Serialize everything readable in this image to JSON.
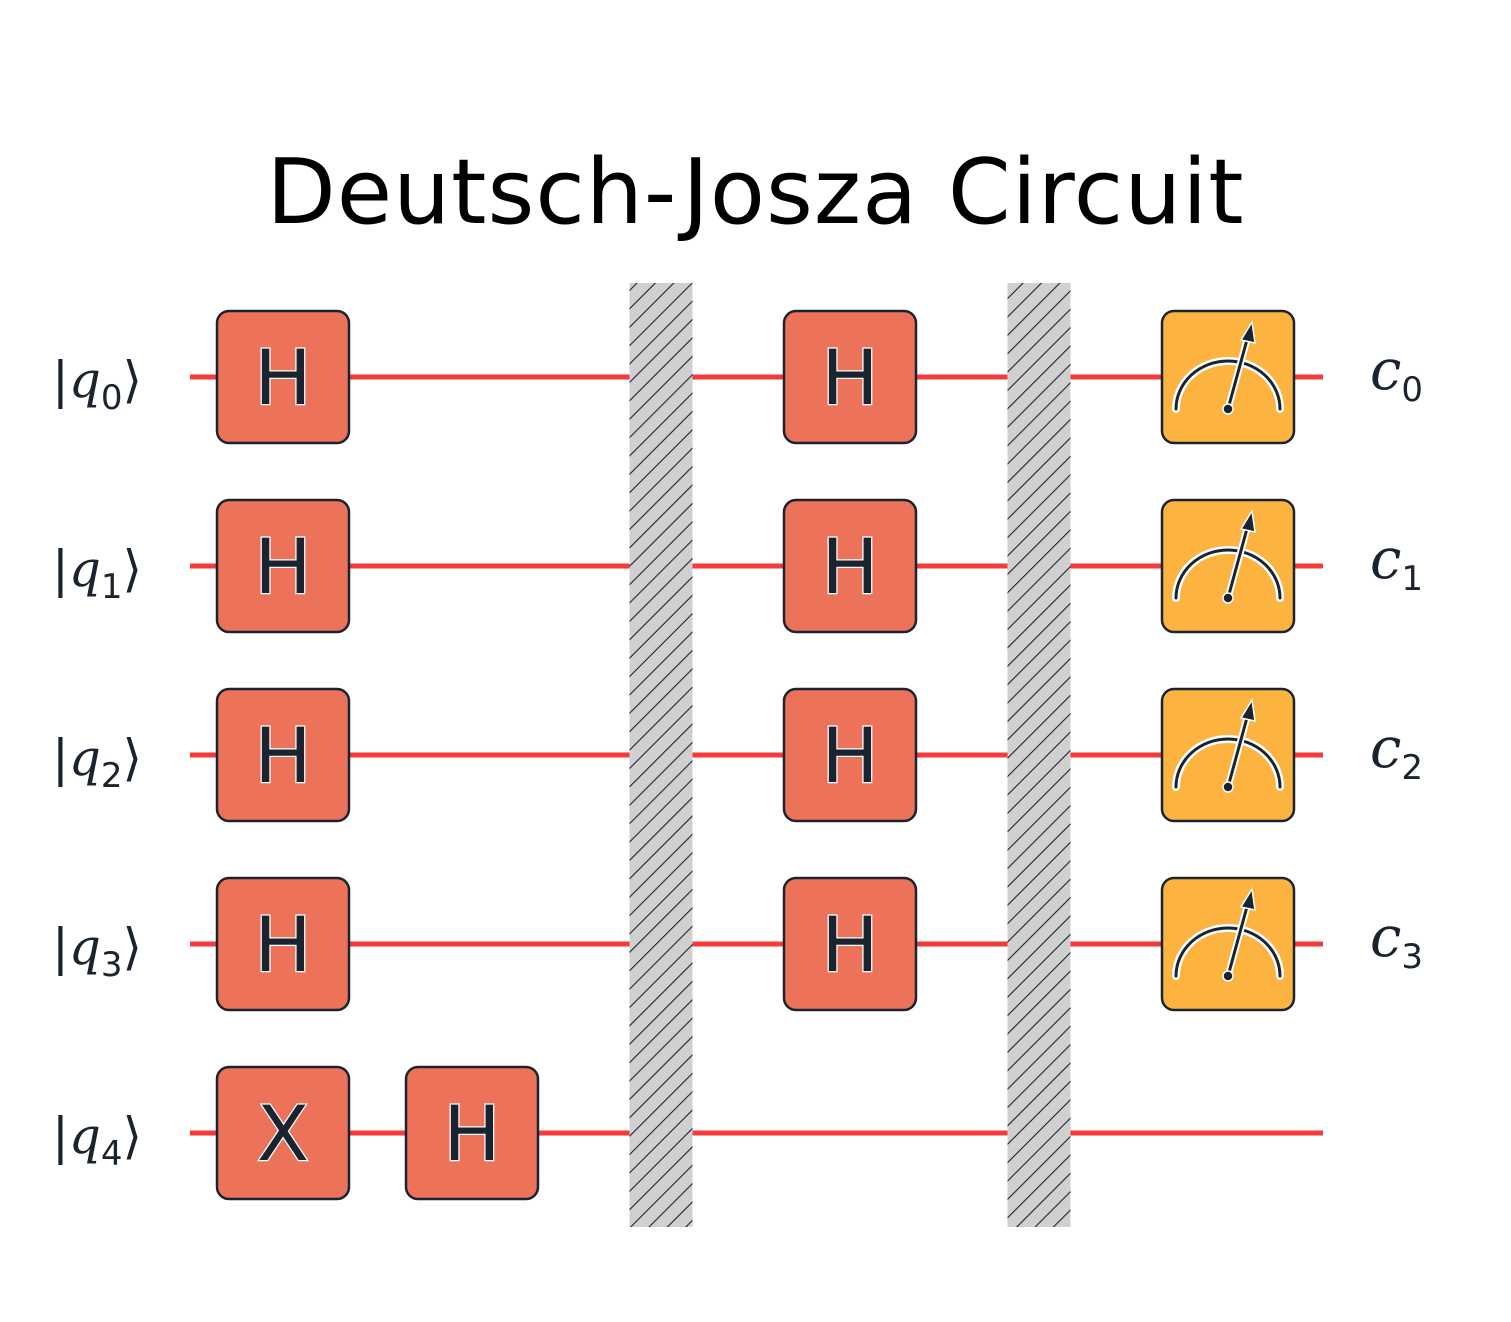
{
  "title": "Deutsch-Josza Circuit",
  "colors": {
    "wire": "#f43a3a",
    "gate_fill": "#ed725a",
    "measure_fill": "#fdb33f",
    "barrier_fill": "#d0d0d0",
    "outline": "#1a2430"
  },
  "qubits": [
    {
      "symbol": "q",
      "index": "0"
    },
    {
      "symbol": "q",
      "index": "1"
    },
    {
      "symbol": "q",
      "index": "2"
    },
    {
      "symbol": "q",
      "index": "3"
    },
    {
      "symbol": "q",
      "index": "4"
    }
  ],
  "classical_bits": [
    {
      "symbol": "c",
      "index": "0"
    },
    {
      "symbol": "c",
      "index": "1"
    },
    {
      "symbol": "c",
      "index": "2"
    },
    {
      "symbol": "c",
      "index": "3"
    }
  ],
  "gates": [
    {
      "label": "H",
      "qubit": 0,
      "column": 0
    },
    {
      "label": "H",
      "qubit": 1,
      "column": 0
    },
    {
      "label": "H",
      "qubit": 2,
      "column": 0
    },
    {
      "label": "H",
      "qubit": 3,
      "column": 0
    },
    {
      "label": "X",
      "qubit": 4,
      "column": 0
    },
    {
      "label": "H",
      "qubit": 4,
      "column": 1
    },
    {
      "label": "H",
      "qubit": 0,
      "column": 3
    },
    {
      "label": "H",
      "qubit": 1,
      "column": 3
    },
    {
      "label": "H",
      "qubit": 2,
      "column": 3
    },
    {
      "label": "H",
      "qubit": 3,
      "column": 3
    }
  ],
  "barriers": [
    {
      "column": 2
    },
    {
      "column": 4
    }
  ],
  "measurements": [
    {
      "qubit": 0,
      "clbit": 0,
      "column": 5
    },
    {
      "qubit": 1,
      "clbit": 1,
      "column": 5
    },
    {
      "qubit": 2,
      "clbit": 2,
      "column": 5
    },
    {
      "qubit": 3,
      "clbit": 3,
      "column": 5
    }
  ]
}
